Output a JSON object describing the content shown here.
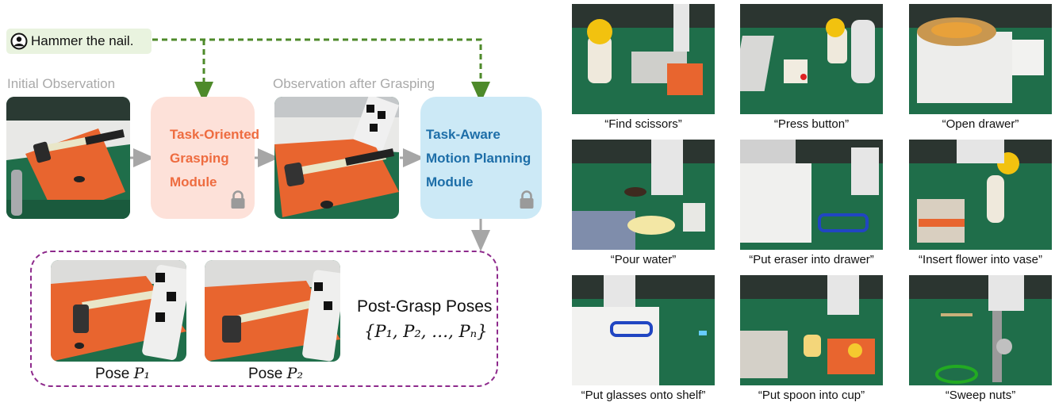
{
  "instruction": {
    "text": "Hammer the nail."
  },
  "labels": {
    "initial_observation": "Initial Observation",
    "observation_after": "Observation after Grasping"
  },
  "modules": {
    "grasping": {
      "lines": [
        "Task-Oriented",
        "Grasping",
        "Module"
      ],
      "color": "#ee6c40",
      "bg": "#fde1d9"
    },
    "motion": {
      "lines": [
        "Task-Aware",
        "Motion Planning",
        "Module"
      ],
      "color": "#1d6ea8",
      "bg": "#cce9f6"
    }
  },
  "post_grasp": {
    "title": "Post-Grasp Poses",
    "set": "{P₁, P₂, …, Pₙ}",
    "pose1": {
      "prefix": "Pose",
      "var": "P₁"
    },
    "pose2": {
      "prefix": "Pose",
      "var": "P₂"
    }
  },
  "tasks": [
    "“Find scissors”",
    "“Press button”",
    "“Open drawer”",
    "“Pour water”",
    "“Put eraser into drawer”",
    "“Insert flower into vase”",
    "“Put glasses onto shelf”",
    "“Put spoon into cup”",
    "“Sweep nuts”"
  ],
  "colors": {
    "instruction_arrow": "#4e8a2a",
    "flow_arrow": "#a6a6a6",
    "dashed_border": "#8e2a8c",
    "table_green": "#1f6e4a",
    "book_orange": "#e8652f"
  },
  "icons": {
    "user": "person-circle-icon",
    "lock": "lock-icon"
  }
}
